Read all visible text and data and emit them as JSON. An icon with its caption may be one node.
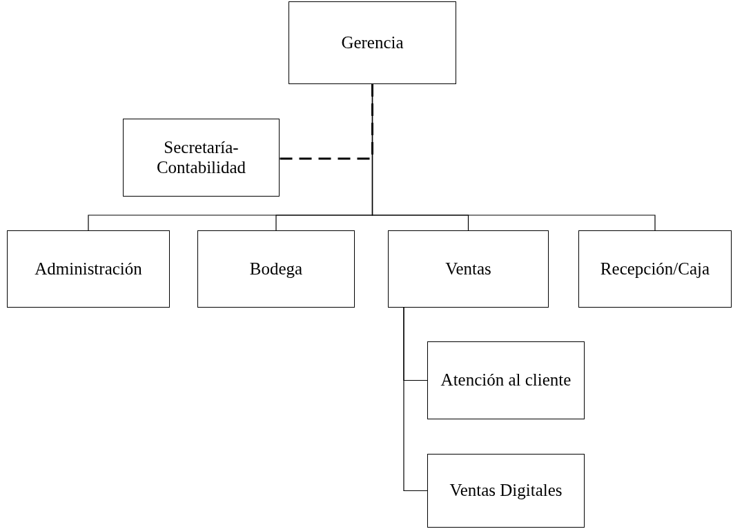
{
  "diagram": {
    "nodes": [
      {
        "text": [
          "Gerencia"
        ]
      },
      {
        "text": [
          "Secretaría- Contabilidad"
        ]
      },
      {
        "text": [
          "Administración"
        ]
      },
      {
        "text": [
          "Bodega"
        ]
      },
      {
        "text": [
          "Ventas"
        ]
      },
      {
        "text": [
          "Recepción/Caja"
        ]
      },
      {
        "text": [
          "Atención al cliente"
        ]
      },
      {
        "text": [
          "Ventas Digitales"
        ]
      }
    ],
    "edges": [
      {
        "from": 0,
        "to": 1,
        "arrow": "none",
        "style": "dashed"
      },
      {
        "from": 0,
        "to": 2,
        "arrow": "none"
      },
      {
        "from": 0,
        "to": 3,
        "arrow": "none"
      },
      {
        "from": 0,
        "to": 4,
        "arrow": "none"
      },
      {
        "from": 0,
        "to": 5,
        "arrow": "none"
      },
      {
        "from": 4,
        "to": 6,
        "arrow": "none"
      },
      {
        "from": 4,
        "to": 7,
        "arrow": "none"
      }
    ]
  }
}
